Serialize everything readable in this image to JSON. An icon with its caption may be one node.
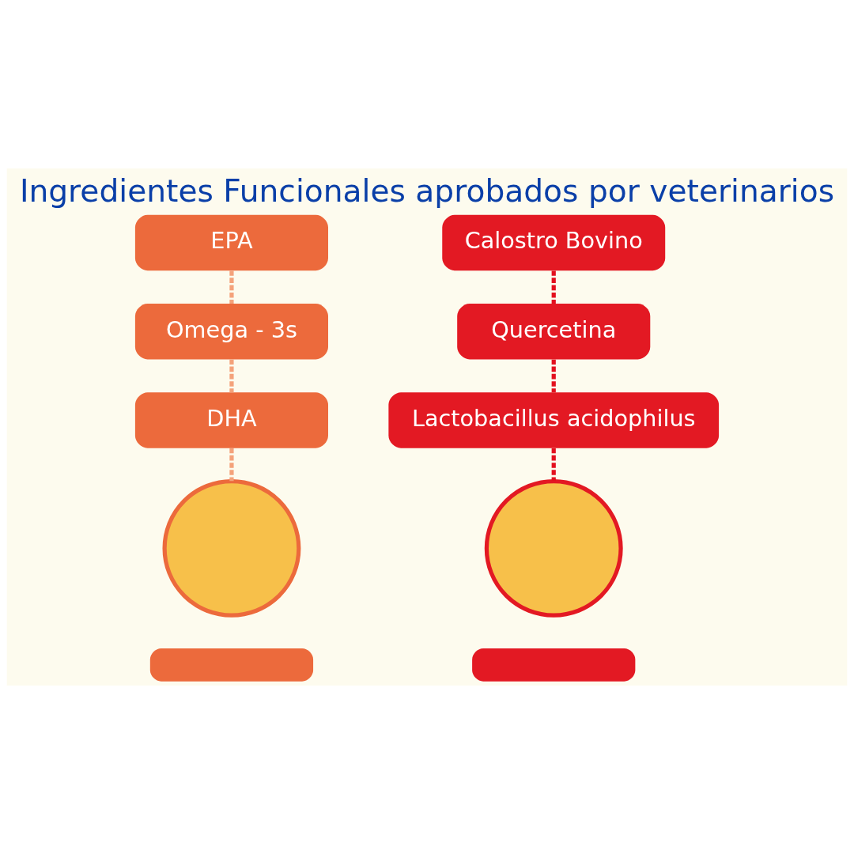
{
  "diagram": {
    "title": "Ingredientes Funcionales aprobados por veterinarios",
    "nodes": [
      {
        "text": [
          "EPA"
        ]
      },
      {
        "text": [
          "Omega - 3s"
        ]
      },
      {
        "text": [
          "DHA"
        ]
      },
      {
        "text": [],
        "shape": "circle"
      },
      {
        "text": [],
        "shape": "box"
      },
      {
        "text": [
          "Calostro Bovino"
        ]
      },
      {
        "text": [
          "Quercetina"
        ]
      },
      {
        "text": [
          "Lactobacillus acidophilus"
        ]
      },
      {
        "text": [],
        "shape": "circle"
      },
      {
        "text": [],
        "shape": "box"
      }
    ],
    "edges": [
      {
        "from": 0,
        "to": 1,
        "arrow": "none",
        "style": "dashed",
        "color": "#f4a27a"
      },
      {
        "from": 1,
        "to": 2,
        "arrow": "none",
        "style": "dashed",
        "color": "#f4a27a"
      },
      {
        "from": 2,
        "to": 3,
        "arrow": "none",
        "style": "dashed",
        "color": "#f4a27a"
      },
      {
        "from": 5,
        "to": 6,
        "arrow": "none",
        "style": "dashed",
        "color": "#e3101e"
      },
      {
        "from": 6,
        "to": 7,
        "arrow": "none",
        "style": "dashed",
        "color": "#e3101e"
      },
      {
        "from": 7,
        "to": 8,
        "arrow": "none",
        "style": "dashed",
        "color": "#e3101e"
      }
    ]
  }
}
